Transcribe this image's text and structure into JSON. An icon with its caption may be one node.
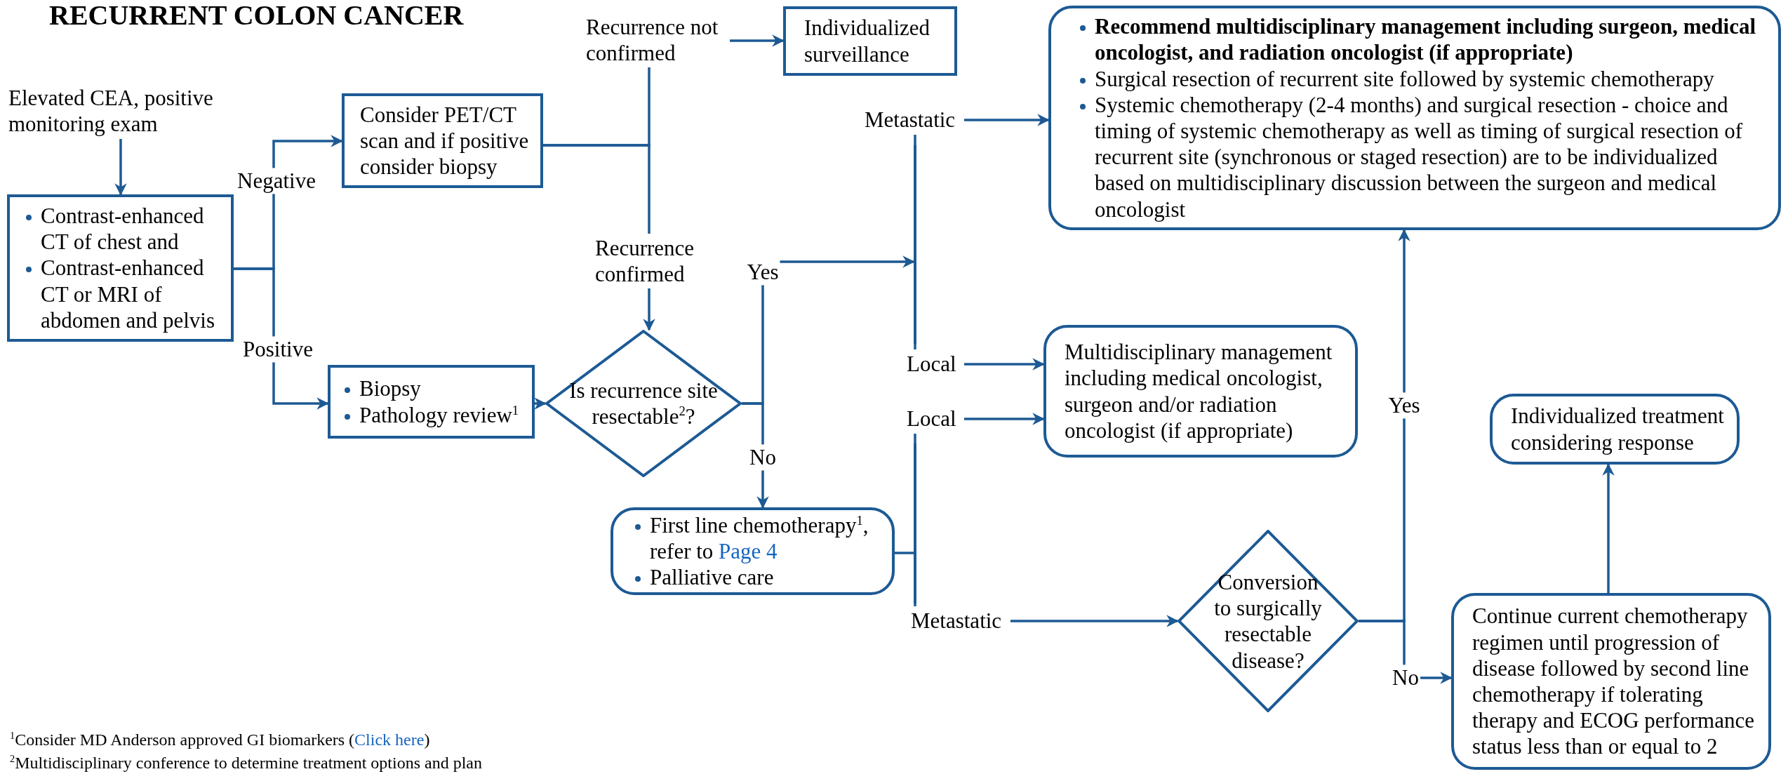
{
  "diagram": {
    "title": "RECURRENT COLON CANCER",
    "nodes": [
      {
        "text": [
          "Elevated CEA, positive monitoring exam"
        ]
      },
      {
        "text": [
          "Contrast-enhanced CT of chest and",
          "Contrast-enhanced CT or MRI of abdomen and pelvis"
        ]
      },
      {
        "text": [
          "Consider PET/CT scan and if positive consider biopsy"
        ]
      },
      {
        "text": [
          "Biopsy",
          "Pathology review$^{1}$"
        ]
      },
      {
        "text": [
          "Recurrence not confirmed"
        ]
      },
      {
        "text": [
          "Individualized surveillance"
        ]
      },
      {
        "text": [
          "Recurrence confirmed"
        ]
      },
      {
        "text": [
          "Is recurrence site resectable$^{2}$?"
        ]
      },
      {
        "text": [
          "First line chemotherapy$^{1}$, refer to Page 4",
          "Palliative care"
        ]
      },
      {
        "text": [],
        "shape": "bar"
      },
      {
        "text": [
          "Metastatic"
        ]
      },
      {
        "text": [
          "Local"
        ]
      },
      {
        "text": [
          "Recommend multidisciplinary management including surgeon, medical oncologist, and radiation oncologist (if appropriate)",
          "Surgical resection of recurrent site followed by systemic chemotherapy",
          "Systemic chemotherapy (2-4 months) and surgical resection - choice and timing of systemic chemotherapy as well as timing of surgical resection of recurrent site (synchronous or staged resection) are to be individualized based on multidisciplinary discussion between the surgeon and medical oncologist"
        ]
      },
      {
        "text": [
          "Multidisciplinary management including medical oncologist, surgeon and/or radiation oncologist (if appropriate)"
        ]
      },
      {
        "text": [],
        "shape": "bar"
      },
      {
        "text": [
          "Local"
        ]
      },
      {
        "text": [
          "Metastatic"
        ]
      },
      {
        "text": [
          "Conversion to surgically resectable disease?"
        ]
      },
      {
        "text": [
          "Individualized treatment considering response"
        ]
      },
      {
        "text": [
          "Continue current chemotherapy regimen until progression of disease followed by second line chemotherapy if tolerating therapy and ECOG performance status less than or equal to 2"
        ]
      }
    ],
    "edges": [
      {
        "from": 0,
        "to": 1,
        "arrow": "to"
      },
      {
        "from": 1,
        "to": 2,
        "arrow": "to",
        "label": "Negative"
      },
      {
        "from": 1,
        "to": 3,
        "arrow": "to",
        "label": "Positive"
      },
      {
        "from": 3,
        "to": 7,
        "arrow": "to"
      },
      {
        "from": 2,
        "to": 4,
        "arrow": "none"
      },
      {
        "from": 2,
        "to": 6,
        "arrow": "none"
      },
      {
        "from": 4,
        "to": 5,
        "arrow": "to"
      },
      {
        "from": 6,
        "to": 7,
        "arrow": "to"
      },
      {
        "from": 7,
        "to": 9,
        "arrow": "to",
        "label": "Yes"
      },
      {
        "from": 7,
        "to": 8,
        "arrow": "to",
        "label": "No"
      },
      {
        "from": 9,
        "to": 10,
        "arrow": "none"
      },
      {
        "from": 9,
        "to": 11,
        "arrow": "none"
      },
      {
        "from": 10,
        "to": 12,
        "arrow": "to"
      },
      {
        "from": 11,
        "to": 13,
        "arrow": "to"
      },
      {
        "from": 8,
        "to": 14,
        "arrow": "none"
      },
      {
        "from": 14,
        "to": 15,
        "arrow": "none"
      },
      {
        "from": 14,
        "to": 16,
        "arrow": "none"
      },
      {
        "from": 15,
        "to": 13,
        "arrow": "to"
      },
      {
        "from": 16,
        "to": 17,
        "arrow": "to"
      },
      {
        "from": 17,
        "to": 12,
        "arrow": "to",
        "label": "Yes"
      },
      {
        "from": 17,
        "to": 19,
        "arrow": "to",
        "label": "No"
      },
      {
        "from": 19,
        "to": 18,
        "arrow": "to"
      }
    ],
    "labels": [
      "$^{1}$Consider MD Anderson approved GI biomarkers (Click here)",
      "$^{2}$Multidisciplinary conference to determine treatment options and plan"
    ]
  }
}
